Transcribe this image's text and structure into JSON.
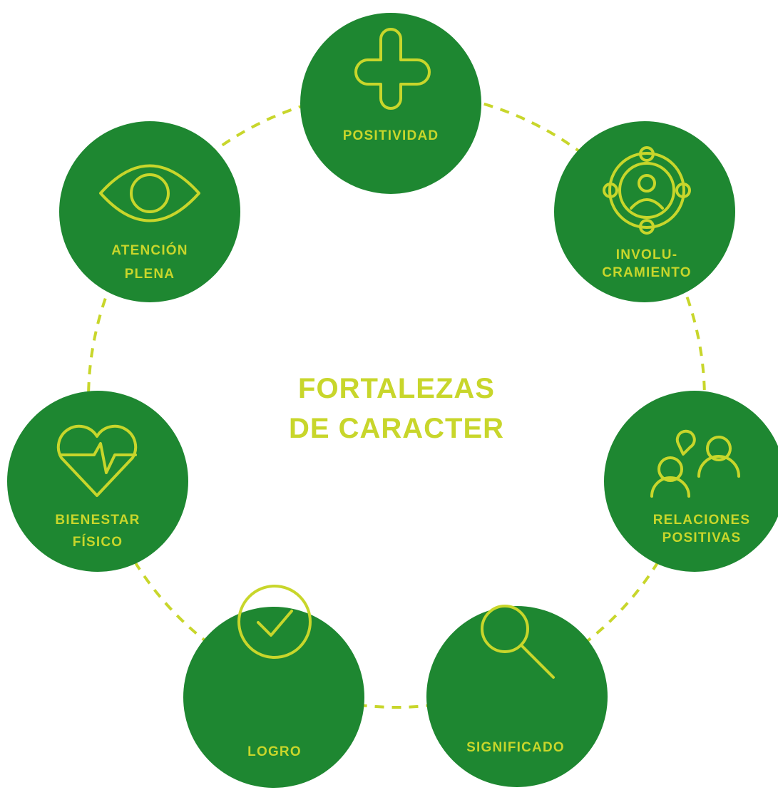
{
  "colors": {
    "node_fill": "#1e8731",
    "accent": "#c8d62b",
    "background": "#ffffff"
  },
  "center": {
    "line1": "FORTALEZAS",
    "line2": "DE CARACTER"
  },
  "nodes": [
    {
      "id": "positividad",
      "icon": "plus-icon",
      "lines": [
        "POSITIVIDAD"
      ]
    },
    {
      "id": "involucramiento",
      "icon": "person-target-icon",
      "lines": [
        "INVOLU-",
        "CRAMIENTO"
      ]
    },
    {
      "id": "relaciones",
      "icon": "people-chat-icon",
      "lines": [
        "RELACIONES",
        "POSITIVAS"
      ]
    },
    {
      "id": "significado",
      "icon": "magnifier-icon",
      "lines": [
        "SIGNIFICADO"
      ]
    },
    {
      "id": "logro",
      "icon": "check-circle-icon",
      "lines": [
        "LOGRO"
      ]
    },
    {
      "id": "bienestar",
      "icon": "heart-pulse-icon",
      "lines": [
        "BIENESTAR",
        "FÍSICO"
      ]
    },
    {
      "id": "atencion",
      "icon": "eye-icon",
      "lines": [
        "ATENCIÓN",
        "PLENA"
      ]
    }
  ]
}
